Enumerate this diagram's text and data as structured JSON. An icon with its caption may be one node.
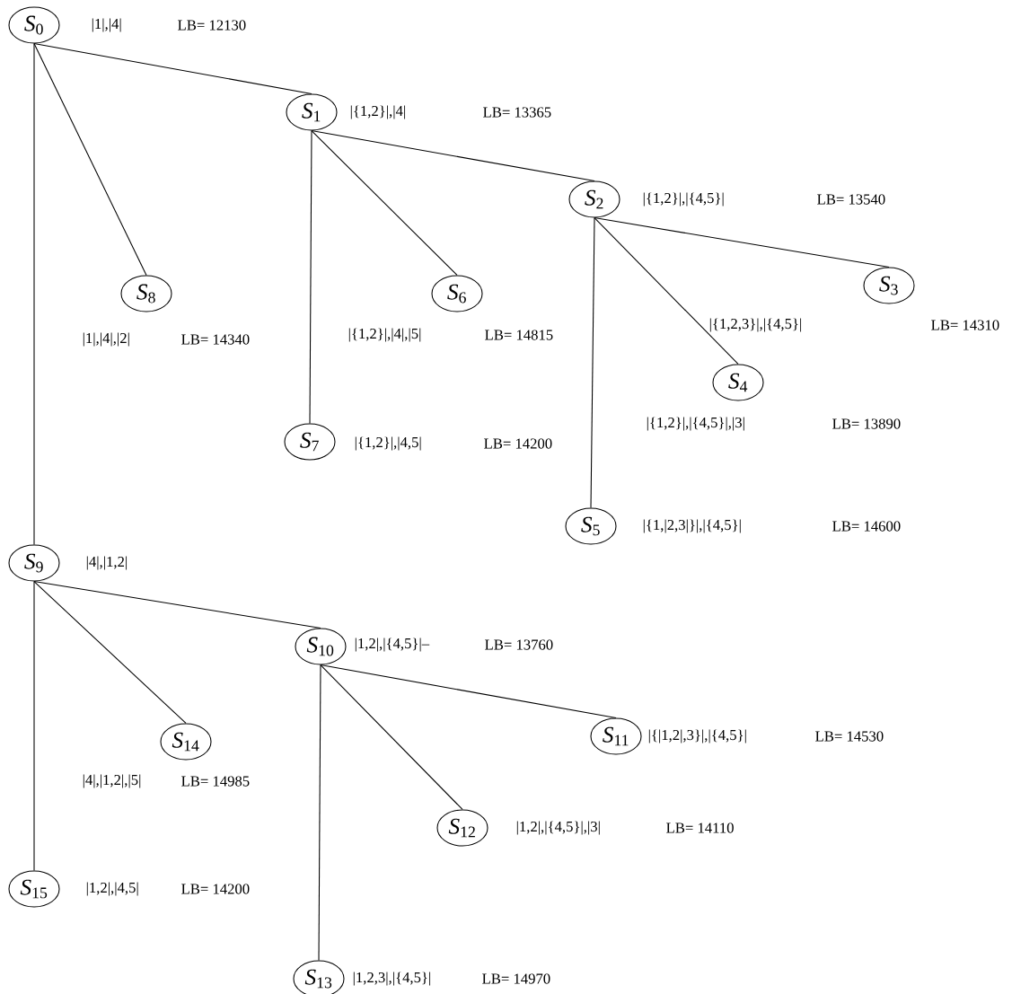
{
  "diagram": {
    "nodes": [
      {
        "text": [
          "*S*$_{0}$"
        ],
        "beside": [
          "|1|,|4|"
        ]
      },
      {
        "text": [
          "*S*$_{1}$"
        ],
        "beside": [
          "|{1,2}|,|4|"
        ]
      },
      {
        "text": [
          "*S*$_{2}$"
        ],
        "beside": [
          "|{1,2}|,|{4,5}|"
        ]
      },
      {
        "text": [
          "*S*$_{3}$"
        ]
      },
      {
        "text": [
          "*S*$_{4}$"
        ],
        "beside": [
          "|{1,2}|,|{4,5}|,|3|"
        ]
      },
      {
        "text": [
          "*S*$_{5}$"
        ],
        "beside": [
          "|{1,|2,3|}|,|{4,5}|"
        ]
      },
      {
        "text": [
          "*S*$_{6}$"
        ],
        "beside": [
          "|{1,2}|,|4|,|5|"
        ]
      },
      {
        "text": [
          "*S*$_{7}$"
        ],
        "beside": [
          "|{1,2}|,|4,5|"
        ]
      },
      {
        "text": [
          "*S*$_{8}$"
        ],
        "beside": [
          "|1|,|4|,|2|"
        ]
      },
      {
        "text": [
          "*S*$_{9}$"
        ],
        "beside": [
          "|4|,|1,2|"
        ]
      },
      {
        "text": [
          "*S*$_{10}$"
        ],
        "beside": [
          "|1,2|,|{4,5}|–"
        ]
      },
      {
        "text": [
          "*S*$_{11}$"
        ],
        "beside": [
          "|{|1,2|,3}|,|{4,5}|"
        ]
      },
      {
        "text": [
          "*S*$_{12}$"
        ],
        "beside": [
          "|1,2|,|{4,5}|,|3|"
        ]
      },
      {
        "text": [
          "*S*$_{13}$"
        ],
        "beside": [
          "|1,2,3|,|{4,5}|"
        ]
      },
      {
        "text": [
          "*S*$_{14}$"
        ],
        "beside": [
          "|4|,|1,2|,|5|"
        ]
      },
      {
        "text": [
          "*S*$_{15}$"
        ],
        "beside": [
          "|1,2|,|4,5|"
        ]
      }
    ],
    "edges": [
      {
        "from": 0,
        "to": 1,
        "arrow": "none"
      },
      {
        "from": 0,
        "to": 8,
        "arrow": "none"
      },
      {
        "from": 0,
        "to": 9,
        "arrow": "none"
      },
      {
        "from": 1,
        "to": 2,
        "arrow": "none"
      },
      {
        "from": 1,
        "to": 6,
        "arrow": "none"
      },
      {
        "from": 1,
        "to": 7,
        "arrow": "none"
      },
      {
        "from": 2,
        "to": 3,
        "arrow": "none"
      },
      {
        "from": 2,
        "to": 4,
        "arrow": "none"
      },
      {
        "from": 2,
        "to": 5,
        "arrow": "none"
      },
      {
        "from": 9,
        "to": 10,
        "arrow": "none"
      },
      {
        "from": 9,
        "to": 14,
        "arrow": "none"
      },
      {
        "from": 9,
        "to": 15,
        "arrow": "none"
      },
      {
        "from": 10,
        "to": 11,
        "arrow": "none"
      },
      {
        "from": 10,
        "to": 12,
        "arrow": "none"
      },
      {
        "from": 10,
        "to": 13,
        "arrow": "none"
      }
    ],
    "labels": [
      "LB= 12130",
      "LB= 13365",
      "LB= 13540",
      "|{1,2,3}|,|{4,5}|",
      "LB= 14310",
      "LB= 14815",
      "LB= 14340",
      "LB= 13890",
      "LB= 14200",
      "LB= 14600",
      "LB= 13760",
      "LB= 14530",
      "LB= 14985",
      "LB= 14110",
      "LB= 14200",
      "LB= 14970"
    ]
  }
}
